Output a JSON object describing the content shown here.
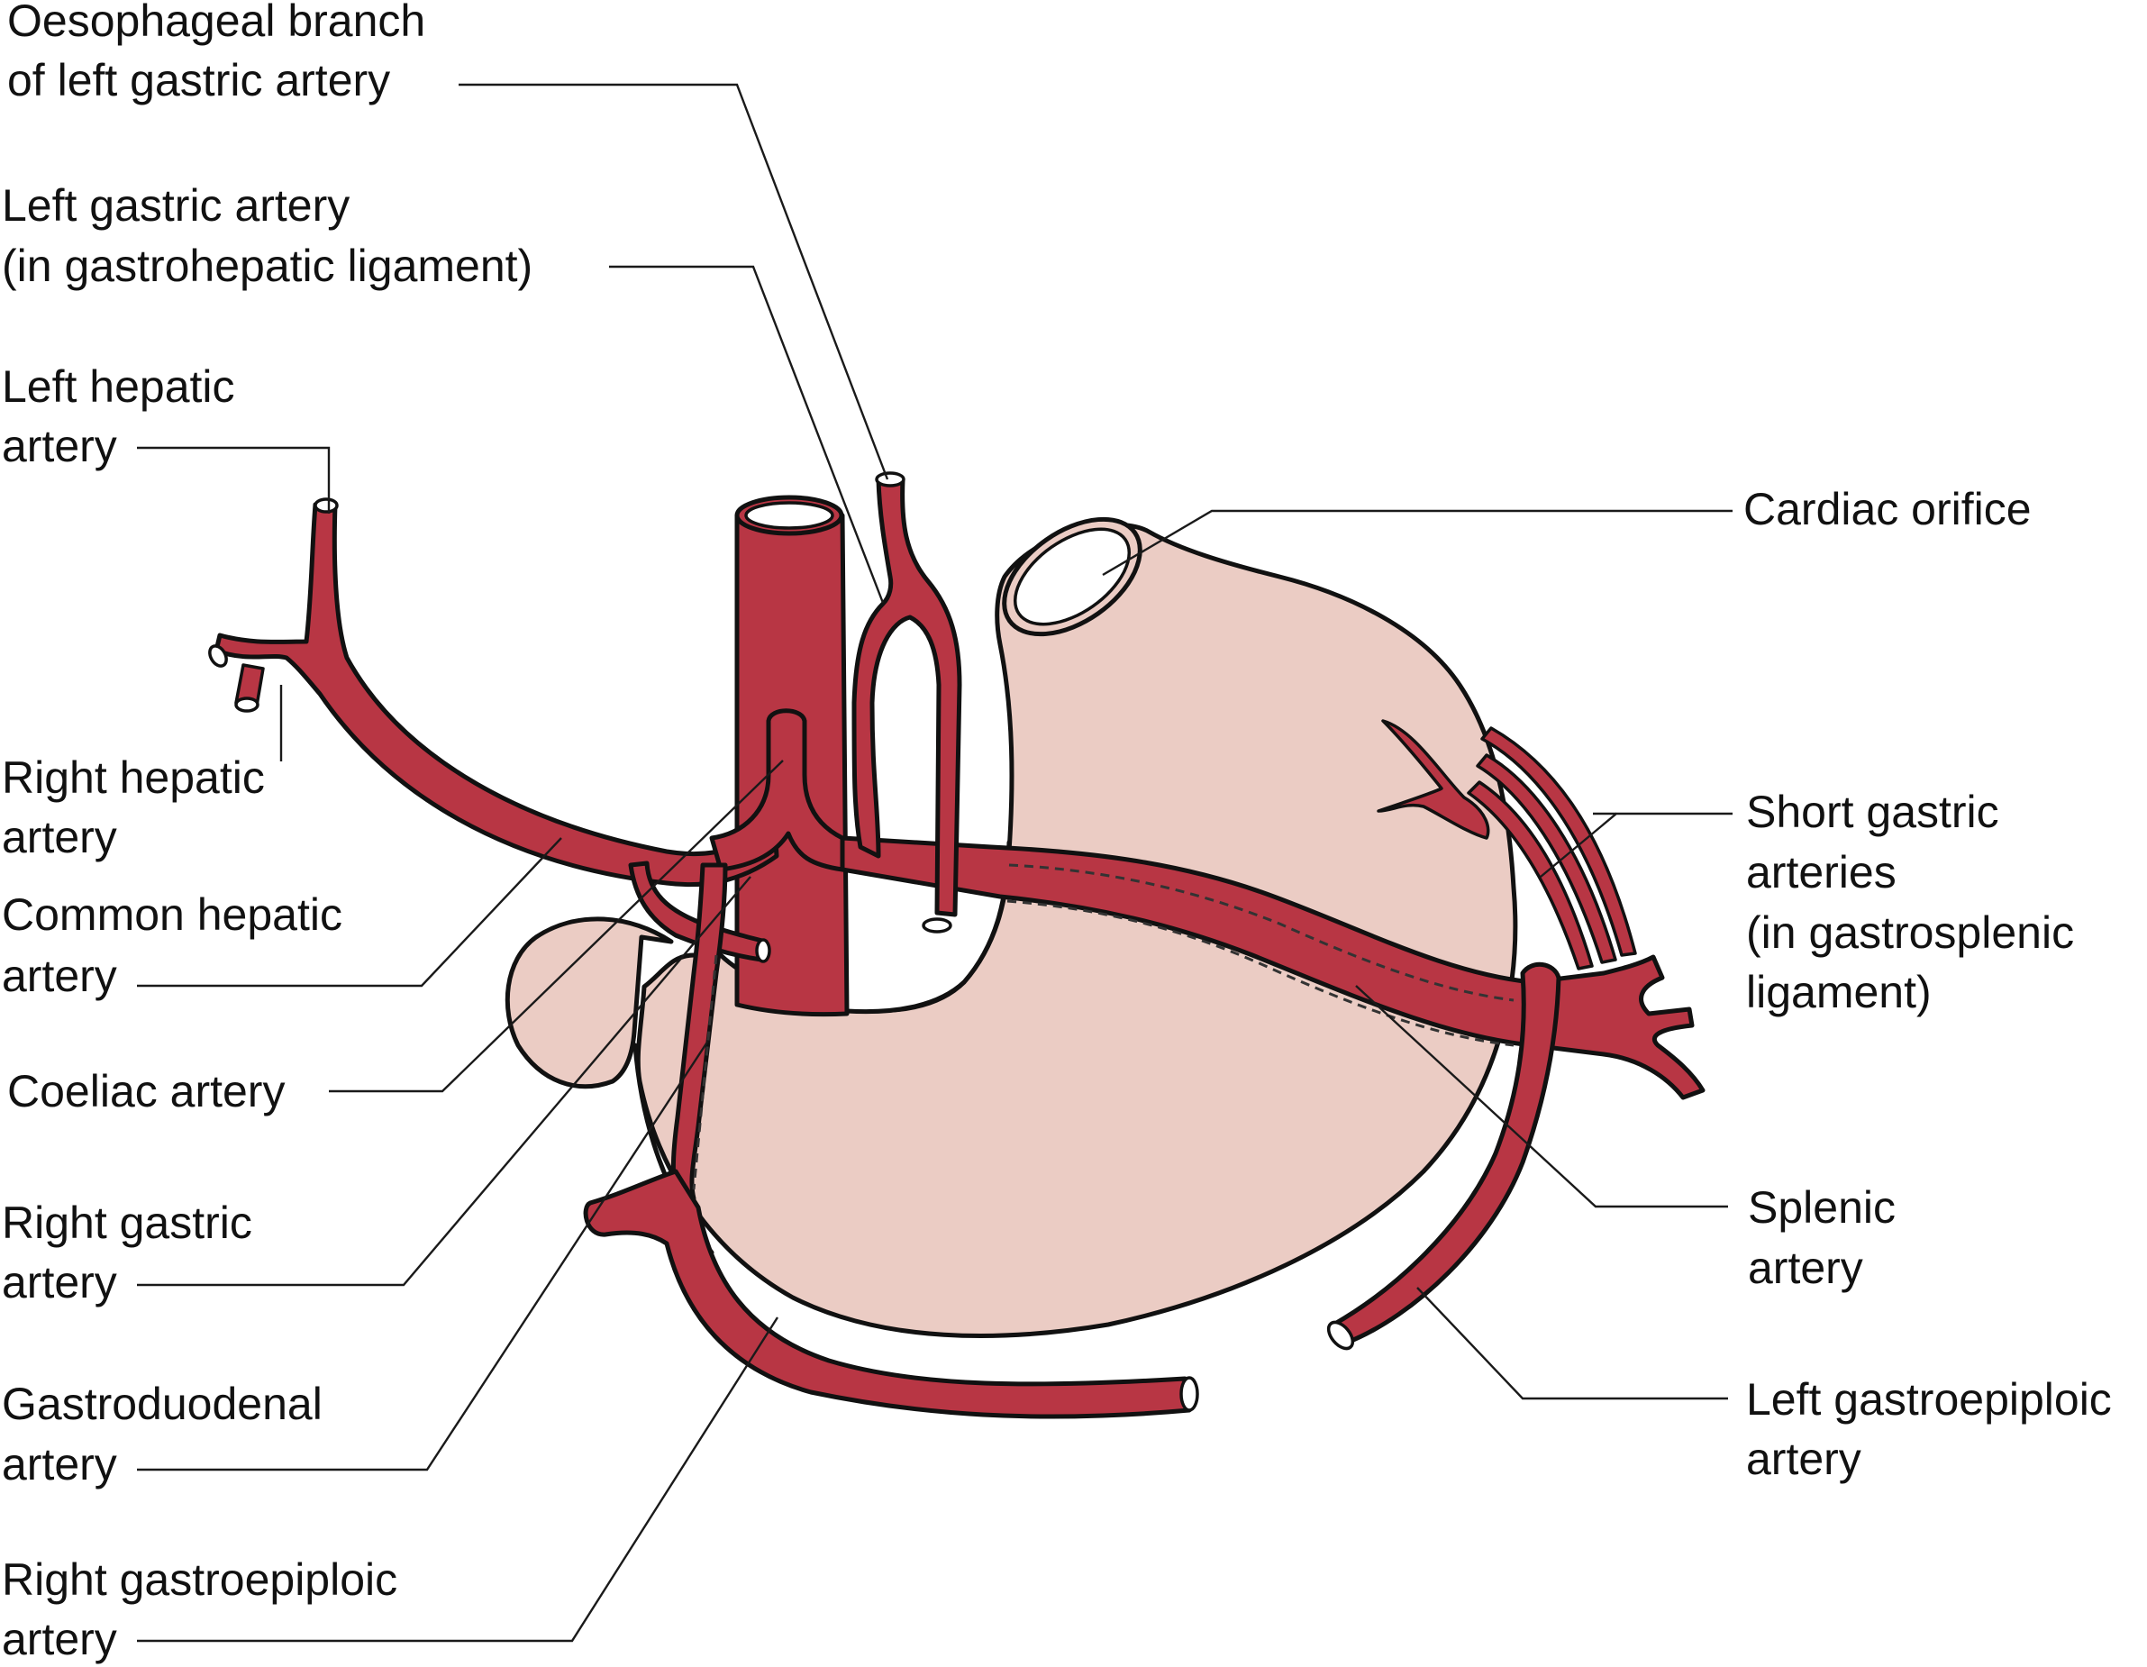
{
  "figure": {
    "subject": "Arterial supply of the stomach",
    "colors": {
      "artery": "#b83644",
      "stomach": "#ebccc4",
      "lumen": "#ffffff",
      "outline": "#111111"
    }
  },
  "labels": {
    "oesophageal_branch": {
      "line1": "Oesophageal branch",
      "line2": "of left gastric artery"
    },
    "left_gastric": {
      "line1": "Left gastric artery",
      "line2": "(in gastrohepatic ligament)"
    },
    "left_hepatic": {
      "line1": "Left hepatic",
      "line2": "artery"
    },
    "right_hepatic": {
      "line1": "Right hepatic",
      "line2": "artery"
    },
    "common_hepatic": {
      "line1": "Common hepatic",
      "line2": "artery"
    },
    "coeliac": {
      "line1": "Coeliac artery"
    },
    "right_gastric": {
      "line1": "Right gastric",
      "line2": "artery"
    },
    "gastroduodenal": {
      "line1": "Gastroduodenal",
      "line2": "artery"
    },
    "right_gastroepiploic": {
      "line1": "Right gastroepiploic",
      "line2": "artery"
    },
    "cardiac_orifice": {
      "line1": "Cardiac orifice"
    },
    "short_gastric": {
      "line1": "Short gastric",
      "line2": "arteries",
      "line3": "(in gastrosplenic",
      "line4": "ligament)"
    },
    "splenic": {
      "line1": "Splenic",
      "line2": "artery"
    },
    "left_gastroepiploic": {
      "line1": "Left gastroepiploic",
      "line2": "artery"
    }
  }
}
